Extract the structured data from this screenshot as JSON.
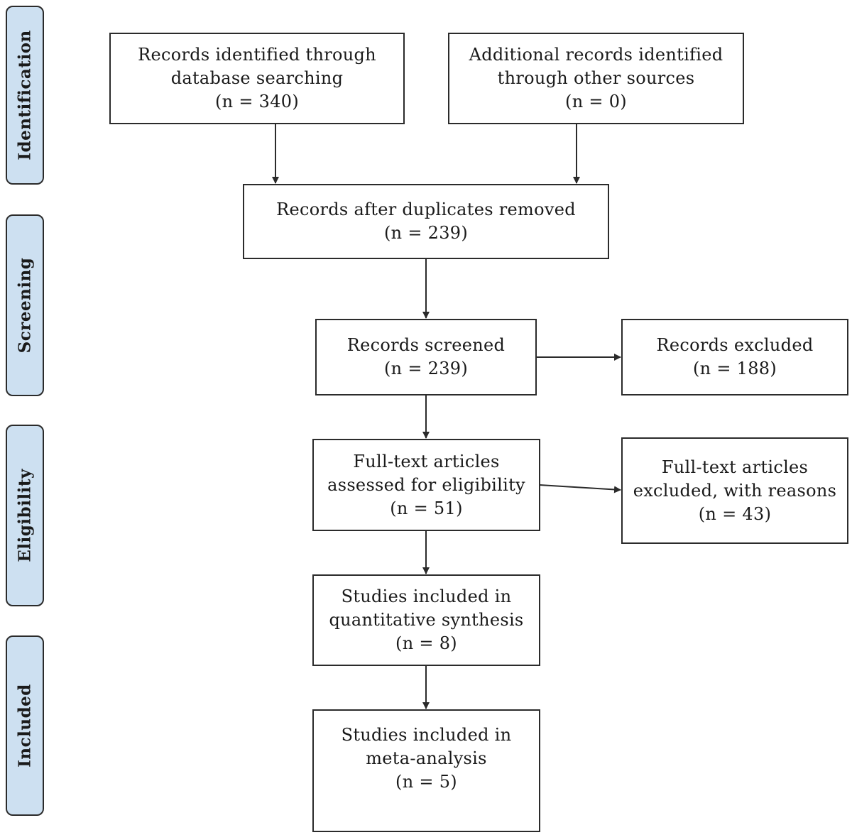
{
  "stages": {
    "identification": "Identification",
    "screening": "Screening",
    "eligibility": "Eligibility",
    "included": "Included"
  },
  "boxes": {
    "database": {
      "line1": "Records identified through",
      "line2": "database searching",
      "count": "(n = 340)"
    },
    "other_sources": {
      "line1": "Additional records identified",
      "line2": "through other sources",
      "count": "(n = 0)"
    },
    "duplicates_removed": {
      "line1": "Records after duplicates removed",
      "count": "(n = 239)"
    },
    "screened": {
      "line1": "Records screened",
      "count": "(n = 239)"
    },
    "excluded": {
      "line1": "Records excluded",
      "count": "(n = 188)"
    },
    "full_text_assessed": {
      "line1": "Full-text articles",
      "line2": "assessed for eligibility",
      "count": "(n = 51)"
    },
    "full_text_excluded": {
      "line1": "Full-text articles",
      "line2": "excluded, with reasons",
      "count": "(n = 43)"
    },
    "quantitative": {
      "line1": "Studies included in",
      "line2": "quantitative synthesis",
      "count": "(n = 8)"
    },
    "meta_analysis": {
      "line1": "Studies included in",
      "line2": "meta-analysis",
      "count": "(n = 5)"
    }
  },
  "colors": {
    "stage_fill": "#cde0f1",
    "stroke": "#2b2b2b"
  }
}
